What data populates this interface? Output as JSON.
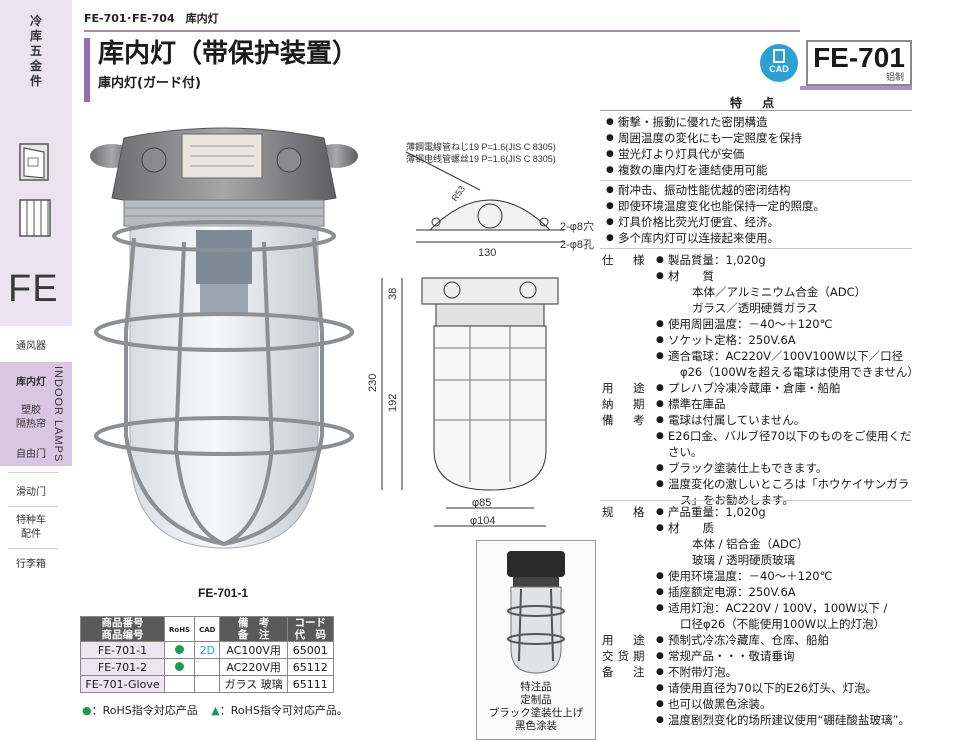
{
  "sidebar": {
    "category": "冷库五金件",
    "section_code": "FE",
    "vertical_label": "INDOOR LAMPS",
    "items": [
      {
        "label": "通风器"
      },
      {
        "label": "库内灯"
      },
      {
        "label": "塑胶\n隔热帘"
      },
      {
        "label": "自由门"
      },
      {
        "label": "滑动门"
      },
      {
        "label": "特种车\n配件"
      },
      {
        "label": "行李箱"
      }
    ]
  },
  "header": {
    "breadcrumb": "FE-701･FE-704　库内灯",
    "title": "库内灯（带保护装置）",
    "subtitle": "庫内灯(ガード付)",
    "cad_label": "CAD",
    "model_code": "FE-701",
    "model_material": "铝制"
  },
  "features": {
    "title": "特 点",
    "jp": [
      "衝撃・振動に優れた密閉構造",
      "周囲温度の変化にも一定照度を保持",
      "蛍光灯より灯具代が安価",
      "複数の庫内灯を連結使用可能"
    ],
    "cn": [
      "耐冲击、振动性能优越的密闭结构",
      "即使环境温度变化也能保持一定的照度。",
      "灯具价格比荧光灯便宜、经济。",
      "多个库内灯可以连接起来使用。"
    ]
  },
  "spec_jp": {
    "rows": [
      {
        "label": "仕　様",
        "value": "製品質量：1,020g",
        "style": "bul"
      },
      {
        "label": "",
        "value": "材　　質",
        "style": "bul"
      },
      {
        "label": "",
        "value": "本体／アルミニウム合金（ADC）",
        "style": "ind2"
      },
      {
        "label": "",
        "value": "ガラス／透明硬質ガラス",
        "style": "ind2"
      },
      {
        "label": "",
        "value": "使用周囲温度：－40～＋120℃",
        "style": "bul"
      },
      {
        "label": "",
        "value": "ソケット定格：250V.6A",
        "style": "bul"
      },
      {
        "label": "",
        "value": "適合電球：AC220V／100V100W以下／口径",
        "style": "bul"
      },
      {
        "label": "",
        "value": "φ26（100Wを超える電球は使用できません）",
        "style": "ind"
      },
      {
        "label": "用　途",
        "value": "プレハブ冷凍冷蔵庫・倉庫・船舶",
        "style": "bul"
      },
      {
        "label": "納　期",
        "value": "標準在庫品",
        "style": "bul"
      },
      {
        "label": "備　考",
        "value": "電球は付属していません。",
        "style": "bul"
      },
      {
        "label": "",
        "value": "E26口金、バルブ径70以下のものをご使用ください。",
        "style": "bul"
      },
      {
        "label": "",
        "value": "ブラック塗装仕上もできます。",
        "style": "bul"
      },
      {
        "label": "",
        "value": "温度変化の激しいところは「ホウケイサンガラ",
        "style": "bul"
      },
      {
        "label": "",
        "value": "ス」をお勧めします。",
        "style": "ind"
      }
    ]
  },
  "spec_cn": {
    "rows": [
      {
        "label": "规　格",
        "value": "产品重量：1,020g",
        "style": "bul"
      },
      {
        "label": "",
        "value": "材　　质",
        "style": "bul"
      },
      {
        "label": "",
        "value": "本体 / 铝合金（ADC）",
        "style": "ind2"
      },
      {
        "label": "",
        "value": "玻璃 / 透明硬质玻璃",
        "style": "ind2"
      },
      {
        "label": "",
        "value": "使用环境温度：－40～＋120℃",
        "style": "bul"
      },
      {
        "label": "",
        "value": "插座额定电源：250V.6A",
        "style": "bul"
      },
      {
        "label": "",
        "value": "适用灯泡：AC220V / 100V，100W以下 /",
        "style": "bul"
      },
      {
        "label": "",
        "value": "口径φ26（不能使用100W以上的灯泡）",
        "style": "ind"
      },
      {
        "label": "用　途",
        "value": "预制式冷冻冷藏库、仓库、船舶",
        "style": "bul"
      },
      {
        "label": "交货期",
        "value": "常规产品・・・敬请垂询",
        "style": "bul"
      },
      {
        "label": "备　注",
        "value": "不附带灯泡。",
        "style": "bul"
      },
      {
        "label": "",
        "value": "请使用直径为70以下的E26灯头、灯泡。",
        "style": "bul"
      },
      {
        "label": "",
        "value": "也可以做黑色涂装。",
        "style": "bul"
      },
      {
        "label": "",
        "value": "温度剧烈变化的场所建议使用“硼硅酸盐玻璃”。",
        "style": "bul"
      }
    ]
  },
  "drawing": {
    "note_jp": "薄鋼電線管ねじ19 P=1.6(JIS C 8305)",
    "note_cn": "薄钢电线管螺丝19 P=1.6(JIS C 8305)",
    "radius": "R53",
    "width": "130",
    "hole_jp": "2-φ8穴",
    "hole_cn": "2-φ8孔",
    "h_total": "230",
    "h_top": "38",
    "h_body": "192",
    "d_inner": "φ85",
    "d_outer": "φ104"
  },
  "photo_caption": "FE-701-1",
  "table": {
    "headers": {
      "code_jp": "商品番号",
      "code_cn": "商品编号",
      "rohs": "RoHS",
      "cad": "CAD",
      "note_jp": "備　考",
      "note_cn": "备　注",
      "code2_jp": "コード",
      "code2_cn": "代　码"
    },
    "rows": [
      {
        "code": "FE-701-1",
        "rohs": true,
        "cad": "2D",
        "note": "AC100V用",
        "code2": "65001"
      },
      {
        "code": "FE-701-2",
        "rohs": true,
        "cad": "",
        "note": "AC220V用",
        "code2": "65112"
      },
      {
        "code": "FE-701-Glove",
        "rohs": false,
        "cad": "",
        "note": "ガラス 玻璃",
        "code2": "65111"
      }
    ]
  },
  "legend": {
    "circle_mark": "●",
    "circle_text": "：RoHS指令対応产品",
    "triangle_mark": "▲",
    "triangle_text": "：RoHS指令可対応产品。"
  },
  "small_photo_caption": [
    "特注品",
    "定制品",
    "ブラック塗装仕上げ",
    "黑色涂装"
  ],
  "colors": {
    "accent_purple": "#9270ae",
    "sidebar_bg": "#ece2f0",
    "cad_blue": "#2d9fd3",
    "rohs_green": "#1f9a4a"
  }
}
